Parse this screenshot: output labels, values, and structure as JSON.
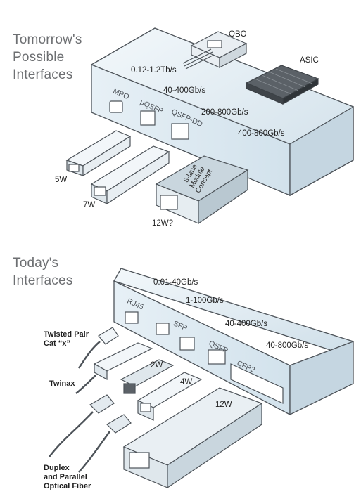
{
  "tomorrow": {
    "heading": [
      "Tomorrow's",
      "Possible",
      "Interfaces"
    ],
    "chips": {
      "obo": "OBO",
      "asic": "ASIC"
    },
    "speeds": [
      "0.12-1.2Tb/s",
      "40-400Gb/s",
      "200-800Gb/s",
      "400-800Gb/s"
    ],
    "ports": [
      "MPO",
      "μQSFP",
      "QSFP-DD"
    ],
    "module_concept": [
      "8-lane",
      "Module",
      "Concept"
    ],
    "powers": [
      "5W",
      "7W",
      "12W?"
    ]
  },
  "today": {
    "heading": [
      "Today's",
      "Interfaces"
    ],
    "speeds": [
      "0.01-40Gb/s",
      "1-100Gb/s",
      "40-400Gb/s",
      "40-800Gb/s"
    ],
    "ports": [
      "RJ45",
      "SFP",
      "QSFP",
      "CFP2"
    ],
    "cables": {
      "twisted_pair": [
        "Twisted Pair",
        "Cat “x”"
      ],
      "twinax": "Twinax",
      "fiber": [
        "Duplex",
        "and Parallel",
        "Optical Fiber"
      ]
    },
    "powers": [
      "2W",
      "4W",
      "12W"
    ]
  },
  "colors": {
    "box_fill": "#dfeaf1",
    "outline": "#4d5359",
    "heading": "#6d6f72"
  }
}
